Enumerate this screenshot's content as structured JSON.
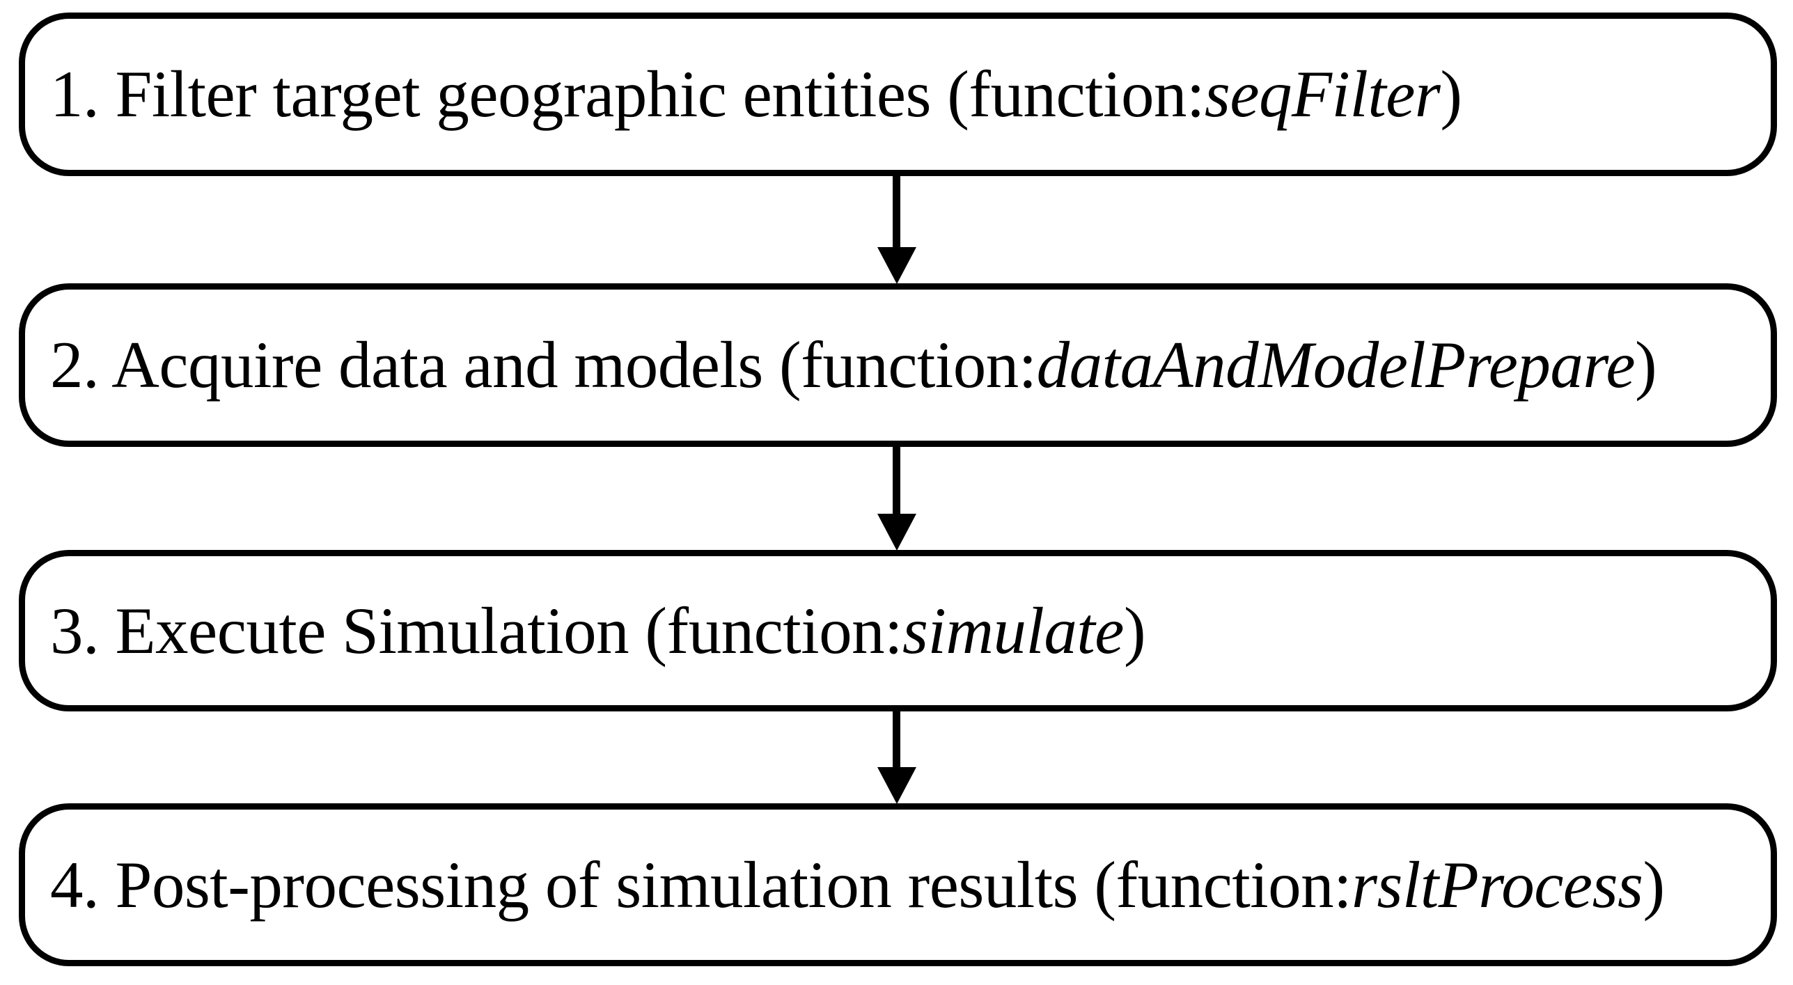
{
  "diagram": {
    "title": "Simulation workflow flowchart",
    "orientation": "vertical",
    "background_color": "#ffffff",
    "stroke_color": "#000000",
    "node_shape": "rounded-rectangle",
    "nodes": [
      {
        "id": "step-1",
        "number": "1. ",
        "label": "Filter target geographic entities (function:",
        "function_name": "seqFilter",
        "closing": ")",
        "full_text": "1. Filter target geographic entities (function:seqFilter)"
      },
      {
        "id": "step-2",
        "number": "2. ",
        "label": "Acquire data and models (function:",
        "function_name": "dataAndModelPrepare",
        "closing": ")",
        "full_text": "2. Acquire data and models (function:dataAndModelPrepare)"
      },
      {
        "id": "step-3",
        "number": "3. ",
        "label": "Execute Simulation (function:",
        "function_name": "simulate",
        "closing": ")",
        "full_text": "3. Execute Simulation (function:simulate)"
      },
      {
        "id": "step-4",
        "number": "4. ",
        "label": "Post-processing of simulation results (function:",
        "function_name": "rsltProcess",
        "closing": ")",
        "full_text": "4. Post-processing of simulation results (function:rsltProcess)"
      }
    ],
    "edges": [
      {
        "id": "edge-1-2",
        "from": "step-1",
        "to": "step-2",
        "arrow": "down-arrow"
      },
      {
        "id": "edge-2-3",
        "from": "step-2",
        "to": "step-3",
        "arrow": "down-arrow"
      },
      {
        "id": "edge-3-4",
        "from": "step-3",
        "to": "step-4",
        "arrow": "down-arrow"
      }
    ]
  }
}
